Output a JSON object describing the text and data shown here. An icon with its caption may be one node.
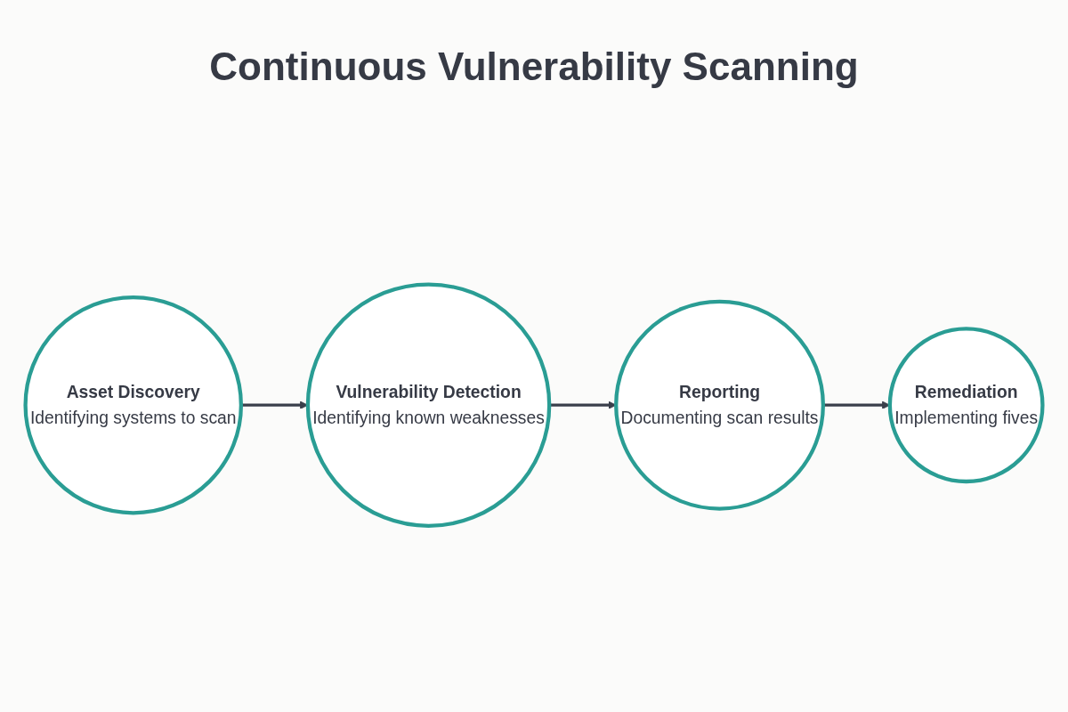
{
  "diagram": {
    "title": "Continuous Vulnerability Scanning",
    "nodes": [
      {
        "text": [
          "Asset Discovery",
          "Identifying systems to scan"
        ]
      },
      {
        "text": [
          "Vulnerability Detection",
          "Identifying known weaknesses"
        ]
      },
      {
        "text": [
          "Remediation",
          "Implementing fives"
        ]
      },
      {
        "text": [
          "Reporting",
          "Documenting scan results"
        ]
      }
    ],
    "edges": [
      {
        "from": 0,
        "to": 1,
        "arrow": "to"
      },
      {
        "from": 1,
        "to": 3,
        "arrow": "to"
      },
      {
        "from": 3,
        "to": 2,
        "arrow": "to"
      }
    ]
  }
}
